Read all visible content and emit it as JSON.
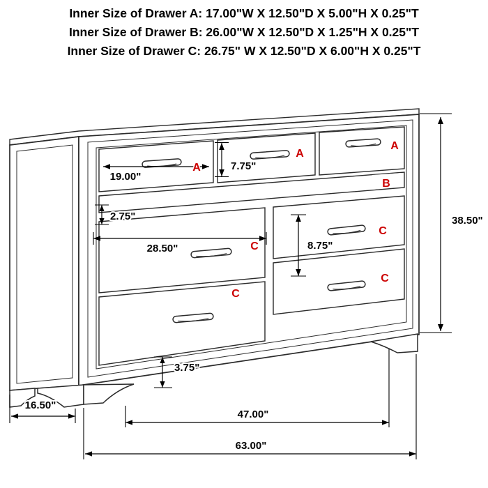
{
  "title": {
    "line1": "Inner Size of Drawer A: 17.00\"W X 12.50\"D X 5.00\"H X 0.25\"T",
    "line2": "Inner Size of Drawer B: 26.00\"W X 12.50\"D X 1.25\"H X 0.25\"T",
    "line3": "Inner Size of Drawer C: 26.75\" W X 12.50\"D X 6.00\"H X 0.25\"T"
  },
  "drawer_labels": {
    "a1": "A",
    "a2": "A",
    "a3": "A",
    "b": "B",
    "c_left_top": "C",
    "c_left_bottom": "C",
    "c_right_top": "C",
    "c_right_bottom": "C"
  },
  "dimensions": {
    "drawer_a_width": "19.00\"",
    "drawer_a_front_height": "7.75\"",
    "drawer_b_front_height": "2.75\"",
    "drawer_c_width": "28.50\"",
    "drawer_c_front_height": "8.75\"",
    "overall_height": "38.50\"",
    "leg_height": "3.75\"",
    "base_depth": "16.50\"",
    "inner_leg_span": "47.00\"",
    "overall_width": "63.00\""
  },
  "colors": {
    "label_red": "#cc0000",
    "line": "#2b2b2b",
    "background": "#ffffff"
  }
}
